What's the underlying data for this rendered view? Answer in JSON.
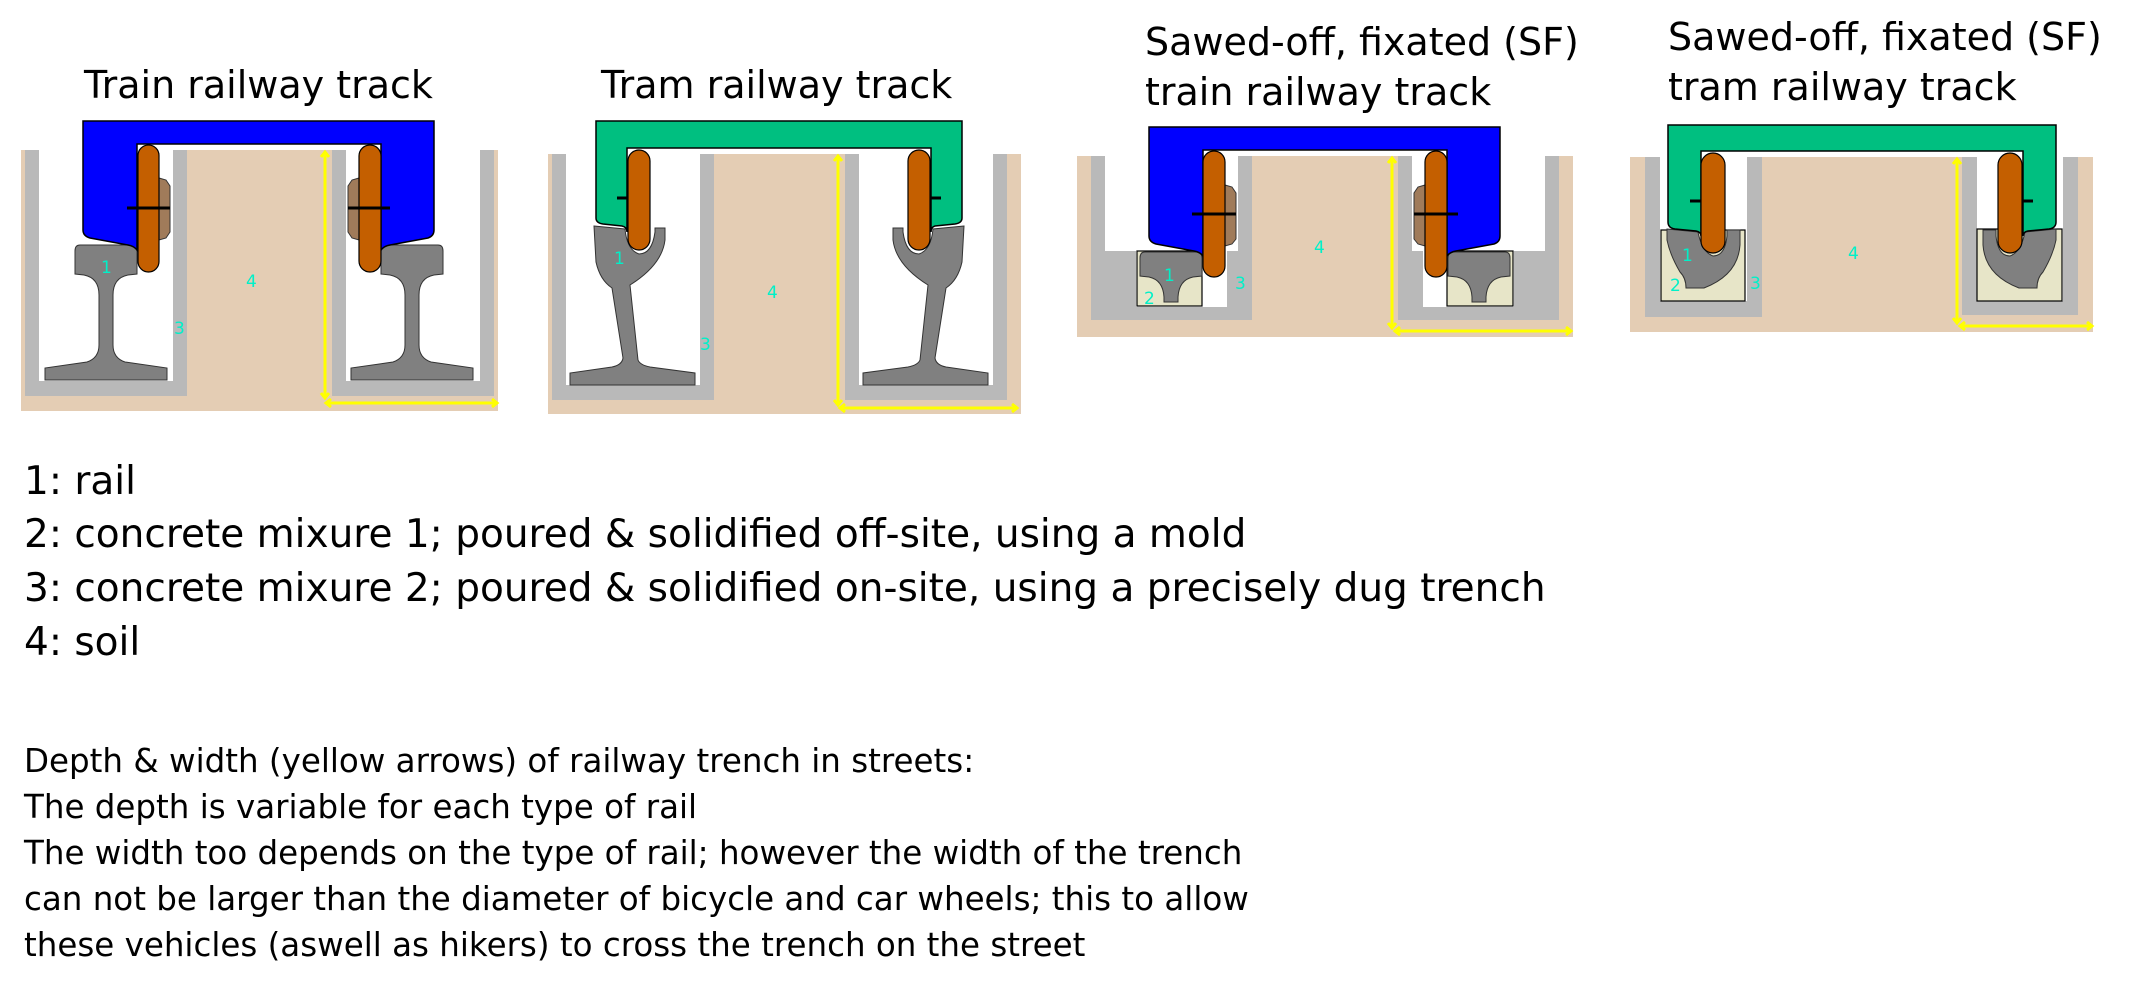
{
  "diagrams": [
    {
      "title_lines": [
        "Train railway track"
      ],
      "bogie_color": "#0000ff",
      "labels": {
        "rail": "1",
        "concrete2": "3",
        "soil": "4"
      }
    },
    {
      "title_lines": [
        "Tram railway track"
      ],
      "bogie_color": "#00bf80",
      "labels": {
        "rail": "1",
        "concrete2": "3",
        "soil": "4"
      }
    },
    {
      "title_lines": [
        "Sawed-off, fixated (SF)",
        "train railway track"
      ],
      "bogie_color": "#0000ff",
      "labels": {
        "rail": "1",
        "concrete1": "2",
        "concrete2": "3",
        "soil": "4"
      }
    },
    {
      "title_lines": [
        "Sawed-off, fixated (SF)",
        "tram railway track"
      ],
      "bogie_color": "#00bf80",
      "labels": {
        "rail": "1",
        "concrete1": "2",
        "concrete2": "3",
        "soil": "4"
      }
    }
  ],
  "legend": [
    "1: rail",
    "2: concrete mixure 1; poured & solidified off-site, using a mold",
    "3: concrete mixure 2; poured & solidified on-site, using a precisely dug trench",
    "4: soil"
  ],
  "notes": [
    "Depth & width (yellow arrows) of railway trench in streets:",
    "The depth is variable for each type of rail",
    "The width too depends on the type of rail; however the width of the trench",
    "can not be larger than the diameter of bicycle and car wheels; this to allow",
    "these vehicles (aswell as hikers) to cross the trench on the street"
  ],
  "colors": {
    "soil": "#e4cdb4",
    "concrete": "#b9b9b9",
    "rail": "#808080",
    "wheel": "#c45f00",
    "arrow": "#ffff00",
    "label": "#00f0c8"
  }
}
